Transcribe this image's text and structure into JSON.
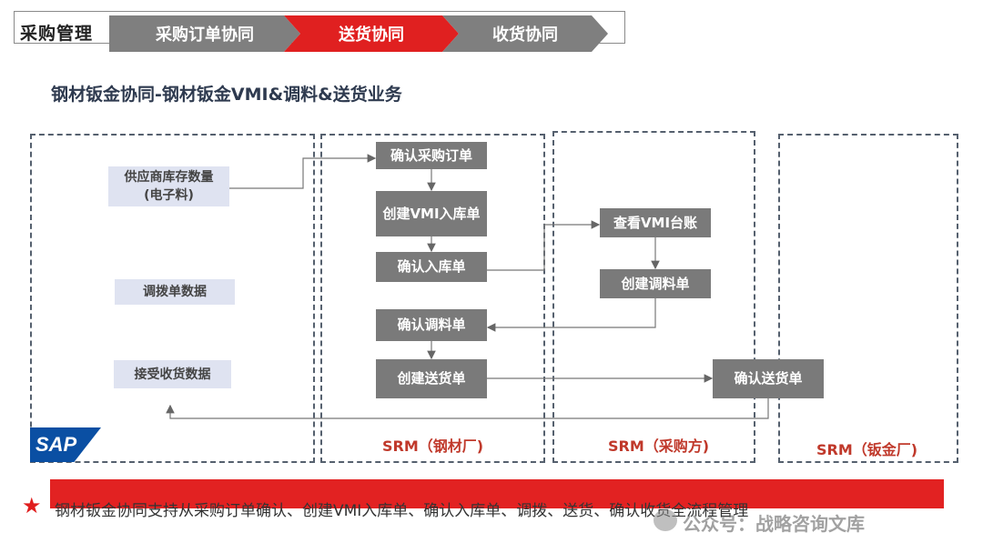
{
  "header": {
    "module": "采购管理",
    "steps": [
      {
        "label": "采购订单协同",
        "active": false
      },
      {
        "label": "送货协同",
        "active": true
      },
      {
        "label": "收货协同",
        "active": false
      }
    ]
  },
  "page_title": "钢材钣金协同-钢材钣金VMI&调料&送货业务",
  "lanes": {
    "left": {
      "data_boxes": [
        "供应商库存数量\n(电子料)",
        "调拨单数据",
        "接受收货数据"
      ],
      "logo_text": "SAP"
    },
    "steel": {
      "label": "SRM（钢材厂)",
      "steps": [
        "确认采购订单",
        "创建VMI入库单",
        "确认入库单",
        "确认调料单",
        "创建送货单"
      ]
    },
    "buyer": {
      "label": "SRM（采购方)",
      "steps": [
        "查看VMI台账",
        "创建调料单"
      ]
    },
    "sheet": {
      "label": "SRM（钣金厂)",
      "steps": [
        "确认送货单"
      ]
    }
  },
  "footer": {
    "summary": "钢材钣金协同支持从采购订单确认、创建VMI入库单、确认入库单、调拨、送货、确认收货全流程管理",
    "watermark": "公众号：战略咨询文库"
  },
  "colors": {
    "accent_red": "#e02020",
    "step_gray": "#7f7f7f",
    "data_box_bg": "#dfe3f1",
    "process_box_bg": "#7a7a7a",
    "lane_border": "#55606e",
    "sap_blue": "#0a4fa3"
  }
}
